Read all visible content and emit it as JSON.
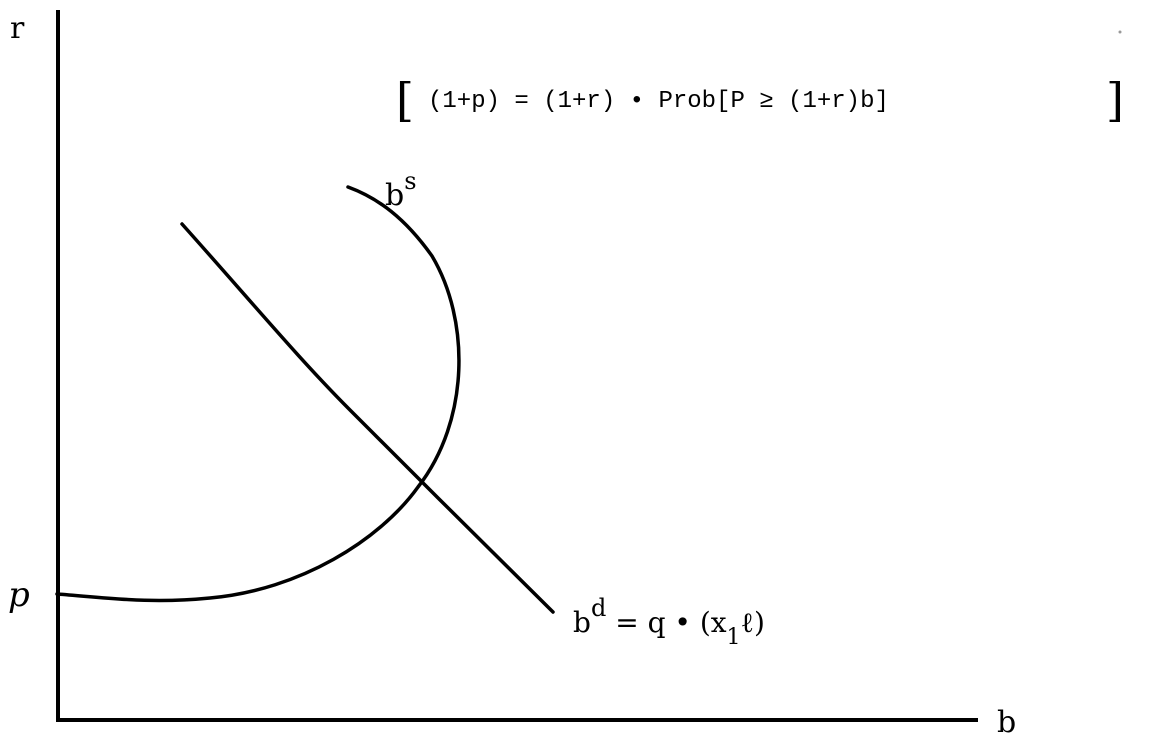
{
  "axes": {
    "y_label": "r",
    "x_label": "b",
    "intercept_label": "p"
  },
  "equation": {
    "left_bracket": "[",
    "text": "(1+p) = (1+r) • Prob[P ≥ (1+r)b]",
    "right_bracket": "]"
  },
  "supply_curve": {
    "base": "b",
    "superscript": "s"
  },
  "demand_curve": {
    "base": "b",
    "superscript": "d",
    "rhs_part1": " = q • (x",
    "subscript": "1",
    "rhs_part2": "ℓ)"
  },
  "colors": {
    "ink": "#000000",
    "background": "#ffffff"
  }
}
